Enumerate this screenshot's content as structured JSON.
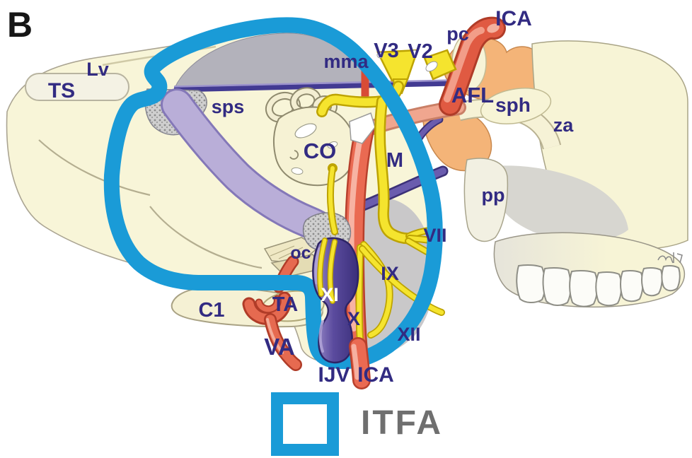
{
  "panel_label": "B",
  "legend": {
    "label": "ITFA"
  },
  "colors": {
    "outline_blue": "#1a9bd7",
    "label_navy": "#322b82",
    "legend_text_gray": "#6f6f6f",
    "bone_cream": "#f8f5d8",
    "artery_red": "#e05a42",
    "vein_violet": "#5b4b9e",
    "nerve_yellow": "#f5e42e",
    "sinus_lavender": "#b9aed8",
    "dura_gray": "#b3b2bb"
  },
  "labels": {
    "ts": "TS",
    "lv": "Lv",
    "sps": "sps",
    "mma": "mma",
    "v3": "V3",
    "v2": "V2",
    "pc": "pc",
    "ica_top": "ICA",
    "afl": "AFL",
    "sph": "sph",
    "za": "za",
    "co": "CO",
    "m": "M",
    "pp": "pp",
    "vii": "VII",
    "oc": "oc",
    "ix": "IX",
    "xi": "XI",
    "x": "X",
    "xii": "XII",
    "c1": "C1",
    "ta": "TA",
    "va": "VA",
    "ijv": "IJV",
    "ica_bottom": "ICA"
  }
}
